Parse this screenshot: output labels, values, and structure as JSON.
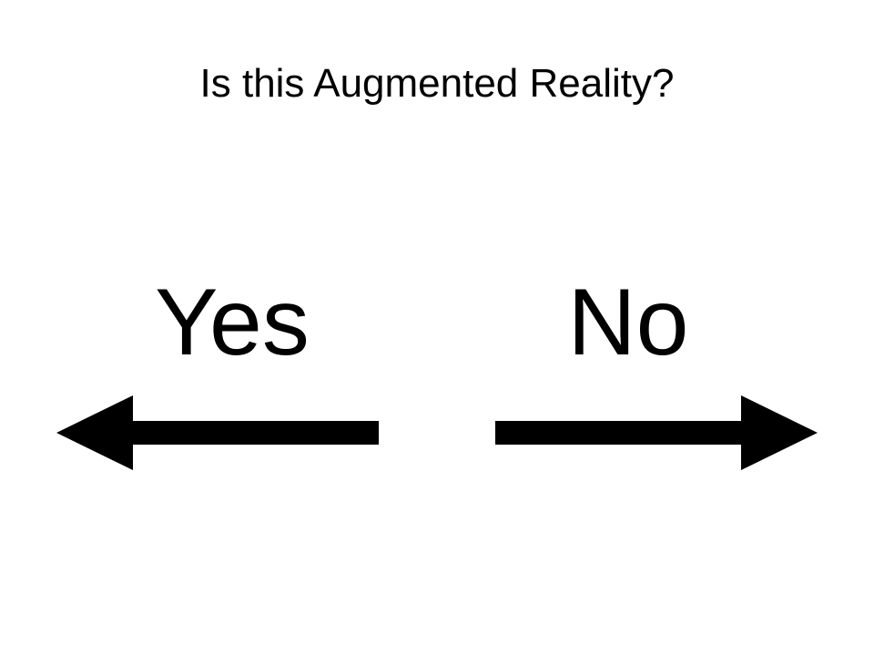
{
  "slide": {
    "title": "Is this Augmented Reality?",
    "options": {
      "yes": {
        "label": "Yes",
        "direction": "left",
        "icon": "arrow-left-icon"
      },
      "no": {
        "label": "No",
        "direction": "right",
        "icon": "arrow-right-icon"
      }
    },
    "colors": {
      "background": "#ffffff",
      "foreground": "#000000"
    }
  }
}
